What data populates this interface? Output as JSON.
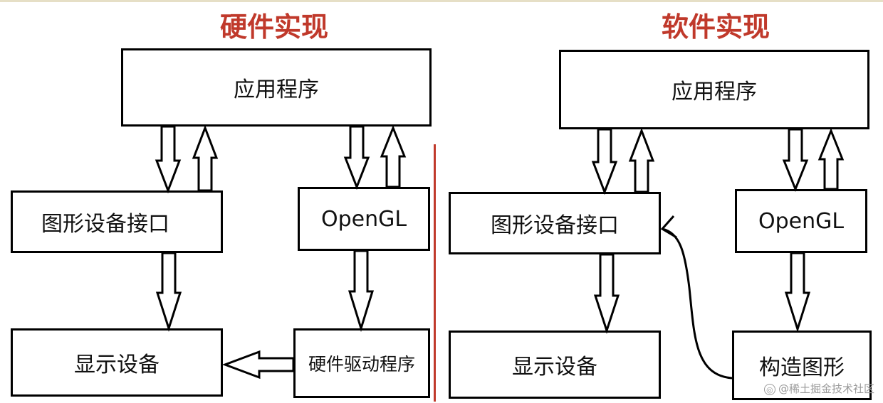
{
  "colors": {
    "title": "#c0392b",
    "divider": "#c0392b",
    "border": "#000000"
  },
  "hardware": {
    "title": "硬件实现",
    "app": "应用程序",
    "gdi": "图形设备接口",
    "opengl": "OpenGL",
    "display": "显示设备",
    "driver": "硬件驱动程序"
  },
  "software": {
    "title": "软件实现",
    "app": "应用程序",
    "gdi": "图形设备接口",
    "opengl": "OpenGL",
    "display": "显示设备",
    "construct": "构造图形"
  },
  "watermark": {
    "text": "@稀土掘金技术社区"
  }
}
